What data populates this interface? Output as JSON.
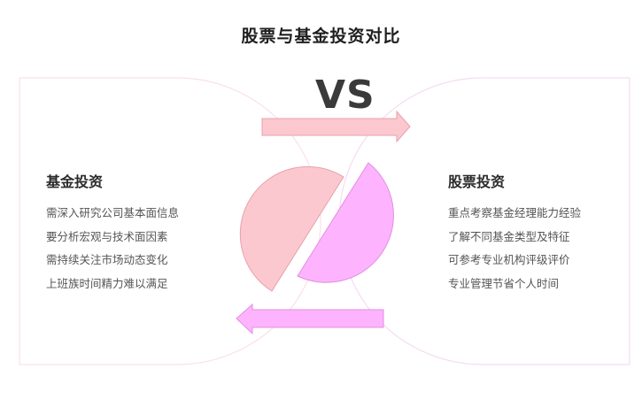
{
  "title": "股票与基金投资对比",
  "vs_label": "VS",
  "colors": {
    "left_accent": "#fcc8cf",
    "left_stroke": "#e8a0aa",
    "right_accent": "#fdb3fd",
    "right_stroke": "#e48de4",
    "panel_outline_left": "#fbe0e6",
    "panel_outline_right": "#f4dcf2",
    "title_text": "#1f1f1f",
    "body_text": "#555555"
  },
  "left_panel": {
    "heading": "基金投资",
    "items": [
      "需深入研究公司基本面信息",
      "要分析宏观与技术面因素",
      "需持续关注市场动态变化",
      "上班族时间精力难以满足"
    ]
  },
  "right_panel": {
    "heading": "股票投资",
    "items": [
      "重点考察基金经理能力经验",
      "了解不同基金类型及特征",
      "可参考专业机构评级评价",
      "专业管理节省个人时间"
    ]
  },
  "icons": {
    "top_arrow": "arrow-right-icon",
    "bottom_arrow": "arrow-left-icon",
    "center": "split-circle-icon"
  }
}
